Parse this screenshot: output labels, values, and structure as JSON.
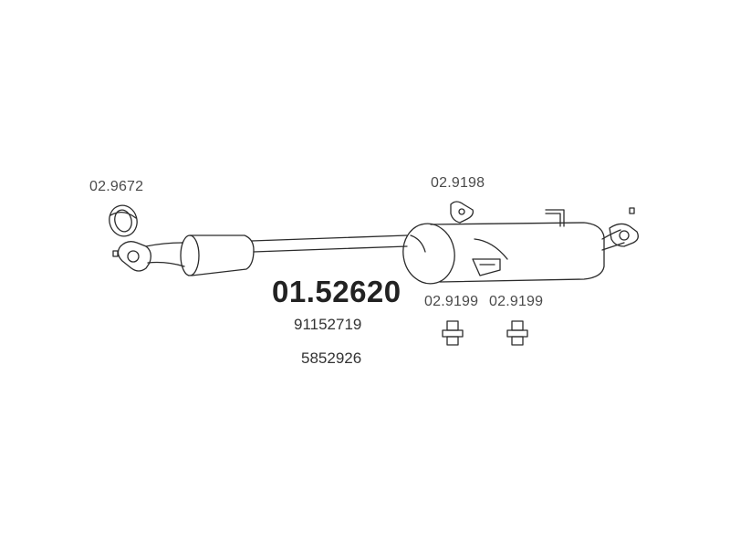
{
  "main_part_number": "01.52620",
  "reference_numbers": [
    "91152719",
    "5852926"
  ],
  "parts": {
    "ring": "02.9672",
    "hanger_top": "02.9198",
    "mount_left": "02.9199",
    "mount_right": "02.9199"
  },
  "colors": {
    "line": "#2b2b2b",
    "text": "#4a4a4a"
  }
}
